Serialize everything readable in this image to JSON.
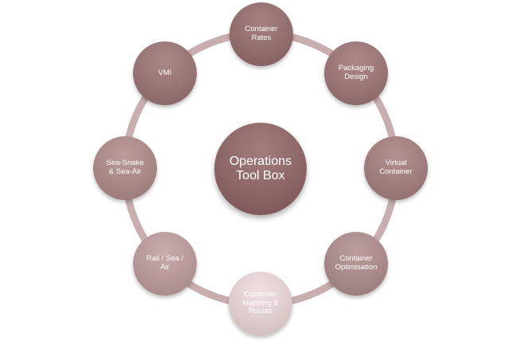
{
  "center": {
    "label": "Operations\nTool Box",
    "color": "#8a6464"
  },
  "nodes": [
    {
      "id": "container-rates",
      "label": "Container\nRates",
      "color": "#8f6b6b"
    },
    {
      "id": "packaging-design",
      "label": "Packaging\nDesign",
      "color": "#967272"
    },
    {
      "id": "virtual-container",
      "label": "Virtual\nContainer",
      "color": "#9d7b7b"
    },
    {
      "id": "container-optimisation",
      "label": "Container\nOptimisation",
      "color": "#a68787"
    },
    {
      "id": "customer-mapping-routes",
      "label": "Customer\nMapping &\nRoutes",
      "color": "#dccaca"
    },
    {
      "id": "rail-sea-air",
      "label": "Rail / Sea /\nAir",
      "color": "#b39595"
    },
    {
      "id": "sea-snake-sea-air",
      "label": "Sea-Snake\n& Sea-Air",
      "color": "#a68585"
    },
    {
      "id": "vmi",
      "label": "VMI",
      "color": "#947272"
    }
  ],
  "ring_color": "#c8aeae"
}
